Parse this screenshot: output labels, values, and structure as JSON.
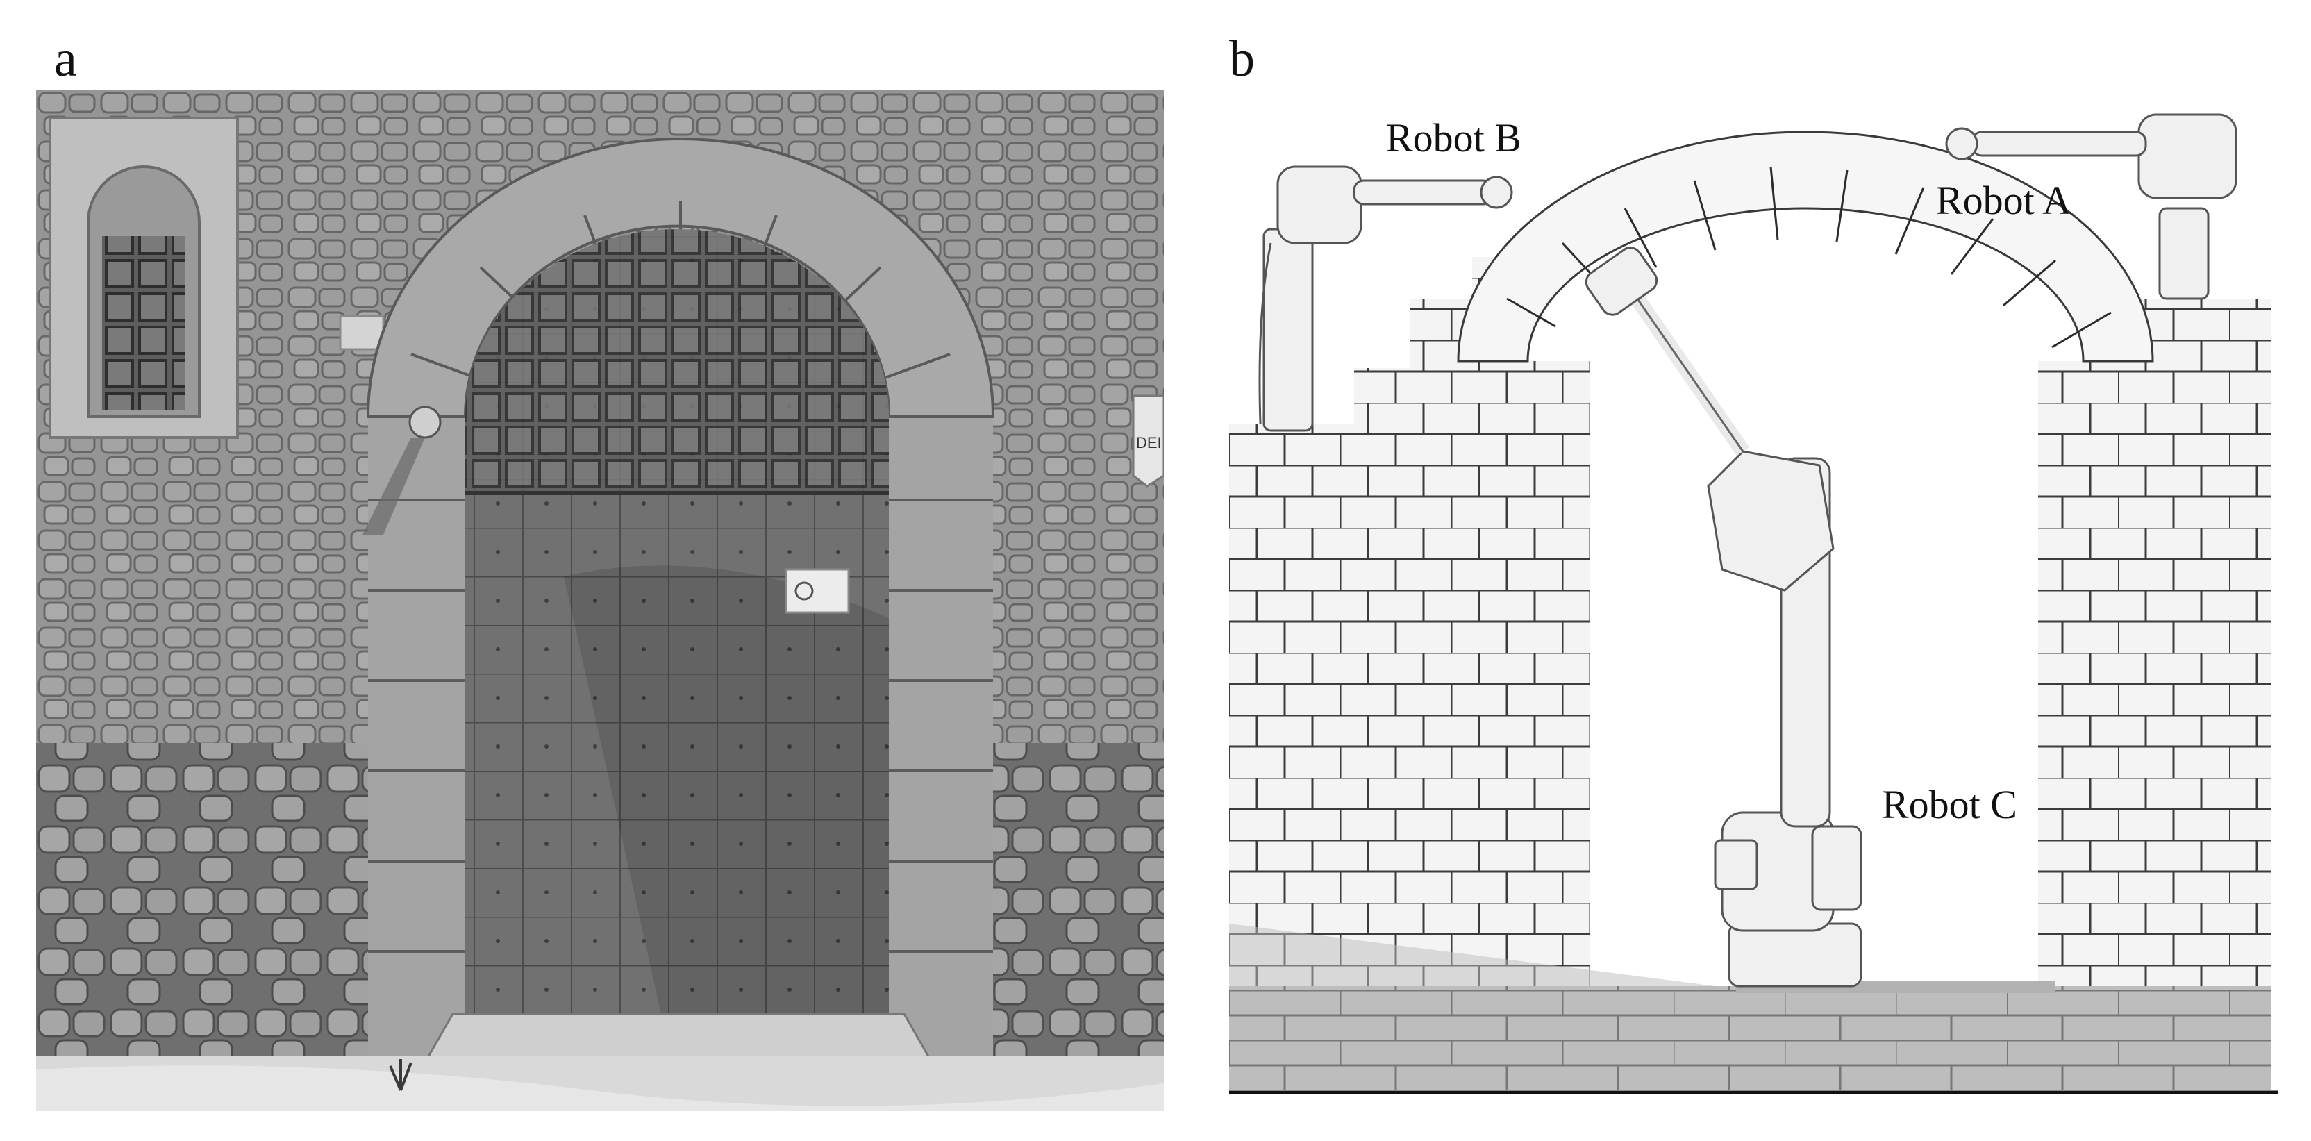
{
  "figure": {
    "panel_a": {
      "letter": "a",
      "scene": "photograph-stone-arched-doorway",
      "sign_text": "DEI"
    },
    "panel_b": {
      "letter": "b",
      "scene": "render-robotic-arch-assembly",
      "labels": {
        "robot_a": "Robot A",
        "robot_b": "Robot B",
        "robot_c": "Robot C"
      }
    },
    "colors": {
      "photo_stone": "#8a8a8a",
      "door": "#6e6e6e",
      "render_block": "#f3f3f3",
      "block_outline": "#3a3a3a",
      "robot": "#f0f0f0"
    }
  }
}
